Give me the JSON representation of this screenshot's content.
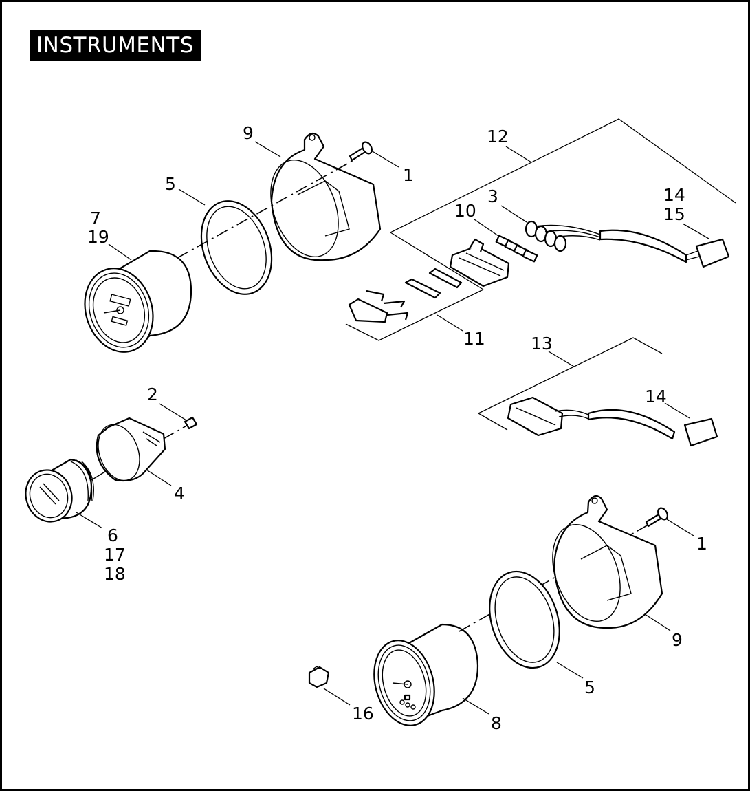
{
  "title": "INSTRUMENTS",
  "callouts": {
    "screw_top": "1",
    "nut": "2",
    "bulbs": "3",
    "tach_bracket": "4",
    "ring_top": "5",
    "tachometer": "6",
    "tachometer_alt_a": "17",
    "tachometer_alt_b": "18",
    "speedo_top": "7",
    "speedo_top_alt": "19",
    "speedo_bottom": "8",
    "housing_top": "9",
    "sockets": "10",
    "connector_kit": "11",
    "harness_kit_top": "12",
    "harness_kit_mid": "13",
    "plug_top": "14",
    "plug_top_alt": "15",
    "plug_mid": "14",
    "screw_bottom": "1",
    "housing_bottom": "9",
    "ring_bottom": "5",
    "cap": "16"
  }
}
